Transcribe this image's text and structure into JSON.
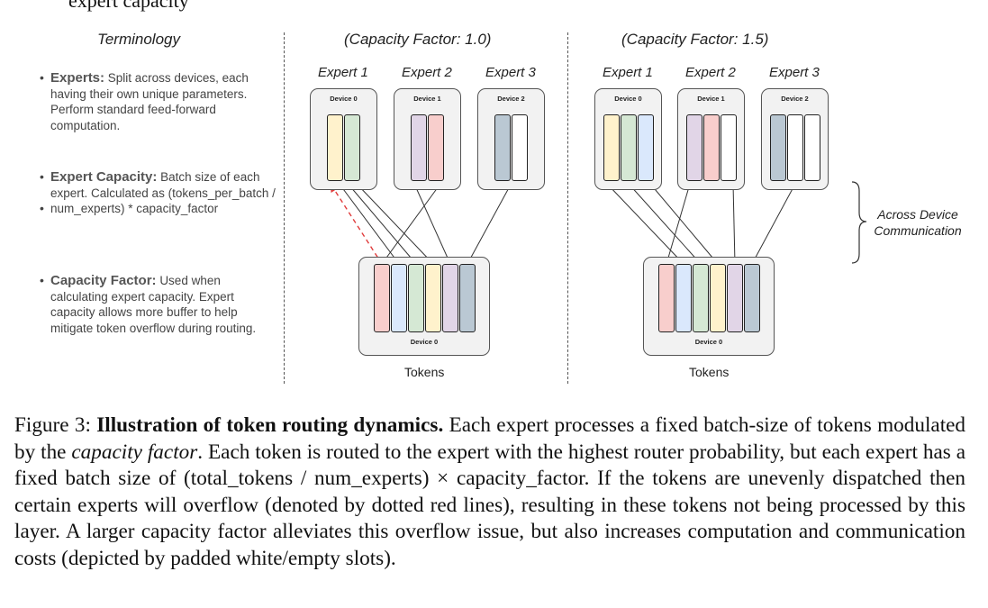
{
  "top_cutoff_text": "expert capacity",
  "terminology": {
    "title": "Terminology",
    "items": [
      {
        "term": "Experts:",
        "text": "Split across devices, each having their own unique parameters. Perform standard feed-forward computation."
      },
      {
        "term": "Expert Capacity:",
        "text": "Batch size of each expert. Calculated as (tokens_per_batch / num_experts) * capacity_factor"
      },
      {
        "term": "Capacity Factor:",
        "text": "Used when calculating expert capacity. Expert capacity allows more buffer to help mitigate token overflow during routing."
      }
    ]
  },
  "panels": [
    {
      "title": "(Capacity Factor: 1.0)",
      "experts": [
        {
          "label": "Expert 1",
          "device": "Device 0",
          "slots": [
            "#fff2cc",
            "#d5e8d4"
          ]
        },
        {
          "label": "Expert 2",
          "device": "Device 1",
          "slots": [
            "#e1d5e7",
            "#f8cecc"
          ]
        },
        {
          "label": "Expert 3",
          "device": "Device 2",
          "slots": [
            "#bac8d3",
            "#ffffff"
          ]
        }
      ],
      "tokens": {
        "device": "Device 0",
        "label": "Tokens",
        "slots": [
          "#f8cecc",
          "#dae8fc",
          "#d5e8d4",
          "#fff2cc",
          "#e1d5e7",
          "#bac8d3"
        ]
      },
      "routes": [
        {
          "token": 0,
          "expert": 0,
          "overflow": true
        },
        {
          "token": 1,
          "expert": 0,
          "overflow": false
        },
        {
          "token": 2,
          "expert": 0,
          "overflow": false
        },
        {
          "token": 3,
          "expert": 0,
          "overflow": false
        },
        {
          "token": 4,
          "expert": 1,
          "overflow": false
        },
        {
          "token": 0,
          "expert": 1,
          "overflow": false
        },
        {
          "token": 5,
          "expert": 2,
          "overflow": false
        }
      ]
    },
    {
      "title": "(Capacity Factor: 1.5)",
      "experts": [
        {
          "label": "Expert 1",
          "device": "Device 0",
          "slots": [
            "#fff2cc",
            "#d5e8d4",
            "#dae8fc"
          ]
        },
        {
          "label": "Expert 2",
          "device": "Device 1",
          "slots": [
            "#e1d5e7",
            "#f8cecc",
            "#ffffff"
          ]
        },
        {
          "label": "Expert 3",
          "device": "Device 2",
          "slots": [
            "#bac8d3",
            "#ffffff",
            "#ffffff"
          ]
        }
      ],
      "tokens": {
        "device": "Device 0",
        "label": "Tokens",
        "slots": [
          "#f8cecc",
          "#dae8fc",
          "#d5e8d4",
          "#fff2cc",
          "#e1d5e7",
          "#bac8d3"
        ]
      },
      "routes": [
        {
          "token": 1,
          "expert": 0,
          "overflow": false
        },
        {
          "token": 2,
          "expert": 0,
          "overflow": false
        },
        {
          "token": 3,
          "expert": 0,
          "overflow": false
        },
        {
          "token": 0,
          "expert": 1,
          "overflow": false
        },
        {
          "token": 4,
          "expert": 1,
          "overflow": false
        },
        {
          "token": 5,
          "expert": 2,
          "overflow": false
        }
      ]
    }
  ],
  "across_device": "Across Device Communication",
  "caption": {
    "label": "Figure 3:",
    "title": "Illustration of token routing dynamics.",
    "part1": "Each expert processes a fixed batch-size of tokens modulated by the",
    "emph": "capacity factor",
    "part2": ". Each token is routed to the expert with the highest router probability, but each expert has a fixed batch size of (total_tokens / num_experts) × capacity_factor. If the tokens are unevenly dispatched then certain experts will overflow (denoted by dotted red lines), resulting in these tokens not being processed by this layer. A larger capacity factor alleviates this overflow issue, but also increases computation and communication costs (depicted by padded white/empty slots)."
  }
}
